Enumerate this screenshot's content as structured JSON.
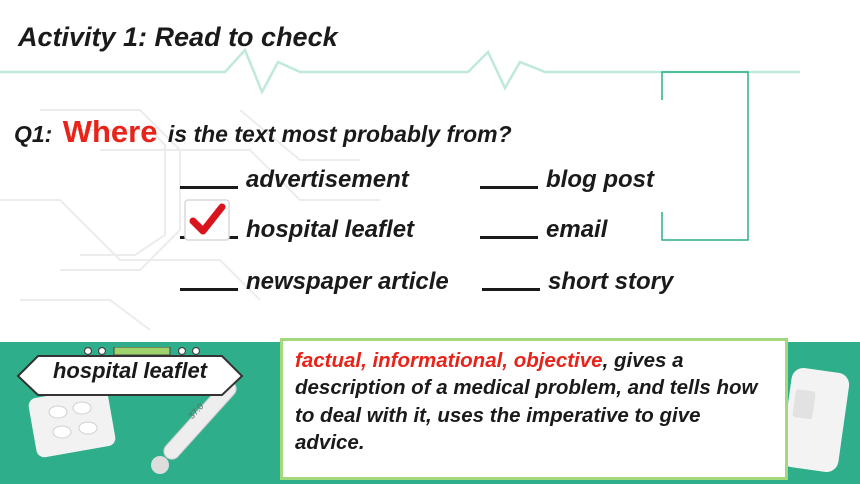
{
  "title": "Activity 1: Read to check",
  "question": {
    "prefix": "Q1:",
    "highlight": "Where",
    "rest": "is the text most probably from?"
  },
  "options": [
    {
      "label": "advertisement",
      "checked": false
    },
    {
      "label": "blog post",
      "checked": false
    },
    {
      "label": "hospital leaflet",
      "checked": true
    },
    {
      "label": "email",
      "checked": false
    },
    {
      "label": "newspaper article",
      "checked": false
    },
    {
      "label": "short story",
      "checked": false
    }
  ],
  "answer_label": "hospital leaflet",
  "description": {
    "highlight": "factual, informational, objective",
    "rest": ", gives a description of a medical problem, and tells how to deal with it, uses the imperative to give advice."
  },
  "thermometer_text": "37.0",
  "colors": {
    "accent_green": "#2fae8b",
    "highlight_red": "#e8231a",
    "box_border": "#a3d97a",
    "check_red": "#d9141c"
  }
}
